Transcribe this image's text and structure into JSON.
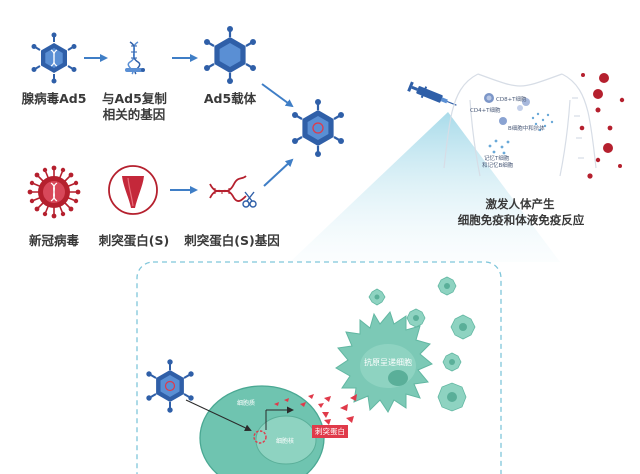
{
  "labels": {
    "adenovirus": "腺病毒Ad5",
    "ad5_gene_line1": "与Ad5复制",
    "ad5_gene_line2": "相关的基因",
    "ad5_vector": "Ad5载体",
    "covid": "新冠病毒",
    "spike": "刺突蛋白(S)",
    "spike_gene": "刺突蛋白(S)基因",
    "immune_line1": "激发人体产生",
    "immune_line2": "细胞免疫和体液免疫反应",
    "cd8": "CD8+T细胞",
    "cd4": "CD4+T细胞",
    "bcell": "B细胞中和抗体",
    "memory_line1": "记忆T细胞",
    "memory_line2": "和记忆B细胞",
    "apc": "抗原呈递细胞",
    "cytoplasm": "细胞质",
    "nucleus": "细胞核",
    "spike_protein": "刺突蛋白"
  },
  "colors": {
    "virus_blue": "#2f5fa8",
    "virus_blue_light": "#5a8fd4",
    "covid_red": "#b5202e",
    "spike_red": "#e03a4a",
    "cell_teal": "#6fc4b0",
    "arrow_blue": "#3f7ec6",
    "beam": "#bfe3ee"
  },
  "icons": [
    "adenovirus-icon",
    "dna-icon",
    "vector-virus-icon",
    "covid-virus-icon",
    "spike-protein-icon",
    "spike-gene-icon",
    "syringe-icon",
    "human-body-icon",
    "antigen-presenting-cell-icon",
    "host-cell-icon"
  ]
}
